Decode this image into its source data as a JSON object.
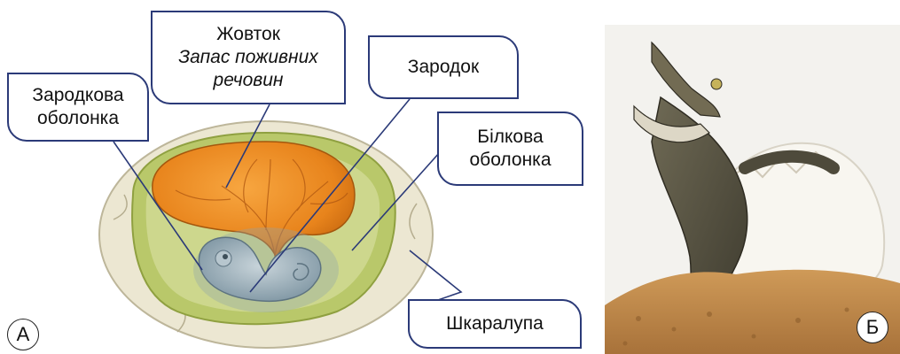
{
  "labels": {
    "yolk_title": "Жовток",
    "yolk_line2": "Запас поживних",
    "yolk_line3": "речовин",
    "embryo": "Зародок",
    "membrane_line1": "Зародкова",
    "membrane_line2": "оболонка",
    "albumen_line1": "Білкова",
    "albumen_line2": "оболонка",
    "shell": "Шкаралупа"
  },
  "panels": {
    "a": "А",
    "b": "Б"
  },
  "colors": {
    "callout_border": "#2b3a78",
    "yolk": "#e8841c",
    "albumen": "#b9c86a",
    "shell": "#ece7d2",
    "embryo": "#9fb3bf"
  }
}
